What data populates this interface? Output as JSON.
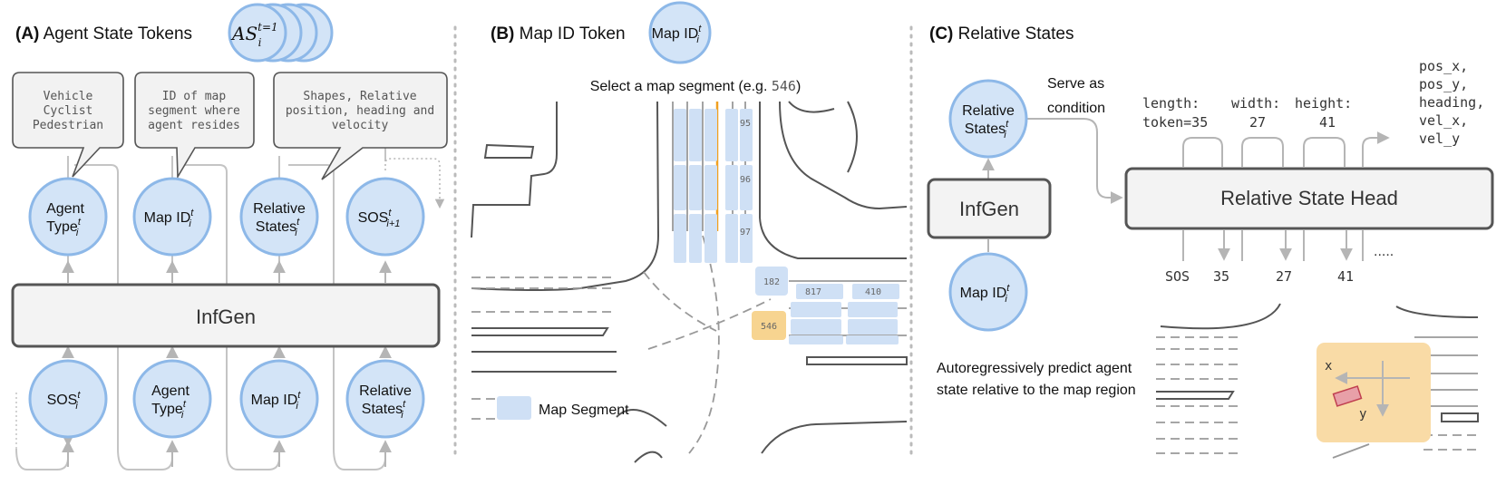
{
  "panel_a": {
    "letter": "(A)",
    "title": "Agent State Tokens",
    "as_token": {
      "base": "AS",
      "sub": "i",
      "sup": "t=1"
    },
    "bubbles": {
      "type": [
        "Vehicle",
        "Cyclist",
        "Pedestrian"
      ],
      "map": [
        "ID of map",
        "segment where",
        "agent resides"
      ],
      "rel": [
        "Shapes, Relative",
        "position, heading and",
        "velocity"
      ]
    },
    "top_nodes": [
      {
        "l1": "Agent",
        "l2": "Type",
        "sub": "i",
        "sup": "t"
      },
      {
        "l1": "Map ID",
        "sub": "i",
        "sup": "t"
      },
      {
        "l1": "Relative",
        "l2": "States",
        "sub": "i",
        "sup": "t"
      },
      {
        "l1": "SOS",
        "sub": "i+1",
        "sup": "t"
      }
    ],
    "bottom_nodes": [
      {
        "l1": "SOS",
        "sub": "i",
        "sup": "t"
      },
      {
        "l1": "Agent",
        "l2": "Type",
        "sub": "i",
        "sup": "t"
      },
      {
        "l1": "Map ID",
        "sub": "i",
        "sup": "t"
      },
      {
        "l1": "Relative",
        "l2": "States",
        "sub": "i",
        "sup": "t"
      }
    ],
    "model_label": "InfGen"
  },
  "panel_b": {
    "letter": "(B)",
    "title": "Map ID Token",
    "map_token": {
      "l1": "Map ID",
      "sub": "i",
      "sup": "t"
    },
    "caption_prefix": "Select a map segment (e.g. ",
    "caption_code": "546",
    "caption_suffix": ")",
    "segment_labels": [
      "95",
      "96",
      "97",
      "182",
      "817",
      "410",
      "546"
    ],
    "legend_label": "Map Segment",
    "colors": {
      "segment": "#cfe0f5",
      "selected": "#f7d490",
      "lane": "#f0a020"
    }
  },
  "panel_c": {
    "letter": "(C)",
    "title": "Relative States",
    "rel_node": {
      "l1": "Relative",
      "l2": "States",
      "sub": "i",
      "sup": "t"
    },
    "map_node": {
      "l1": "Map ID",
      "sub": "i",
      "sup": "t"
    },
    "serve_as": [
      "Serve as",
      "condition"
    ],
    "model_label": "InfGen",
    "head_label": "Relative State Head",
    "attr_lines": [
      {
        "a": "length:",
        "b": "width:",
        "c": "height:"
      },
      {
        "a": "token=35",
        "b": "27",
        "c": "41"
      }
    ],
    "outputs": [
      "pos_x,",
      "pos_y,",
      "heading,",
      "vel_x,",
      "vel_y"
    ],
    "token_row": [
      "SOS",
      "35",
      "27",
      "41"
    ],
    "ellipsis": ".....",
    "auto_text": [
      "Autoregressively predict agent",
      "state relative to the map region"
    ],
    "axis_x": "x",
    "axis_y": "y",
    "colors": {
      "node_fill": "#d3e4f7",
      "node_stroke": "#8db8e8",
      "box_fill": "#f3f3f3",
      "box_stroke": "#555555",
      "agent_region": "#f9dba6"
    }
  }
}
